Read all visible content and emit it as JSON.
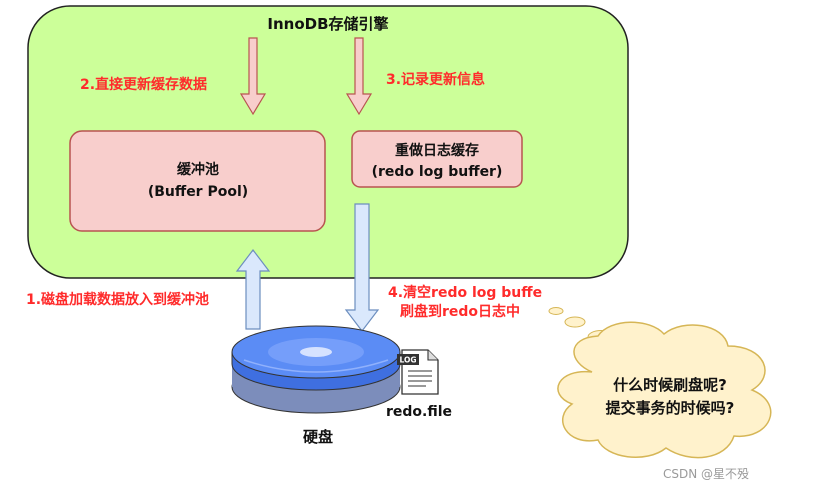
{
  "engine_title": "InnoDB存储引擎",
  "buffer_pool": {
    "title": "缓冲池",
    "subtitle": "(Buffer Pool)"
  },
  "redo_log_buffer": {
    "title": "重做日志缓存",
    "subtitle": "(redo log buffer)"
  },
  "steps": {
    "step1": "1.磁盘加载数据放入到缓冲池",
    "step2": "2.直接更新缓存数据",
    "step3": "3.记录更新信息",
    "step4_line1": "4.清空redo log buffe",
    "step4_line2": "刷盘到redo日志中"
  },
  "disk": {
    "label": "硬盘"
  },
  "redo_file": {
    "icon_tag": "LOG",
    "label": "redo.file"
  },
  "thought": {
    "line1": "什么时候刷盘呢?",
    "line2": "提交事务的时候吗?"
  },
  "watermark": "CSDN @星不殁",
  "colors": {
    "engine_fill": "#ccff99",
    "box_fill": "#f8cecc",
    "box_stroke": "#b85450",
    "pink_arrow": "#f8cecc",
    "blue_arrow": "#dae8fc",
    "arrow_stroke": "#6c8ebf",
    "cloud_fill": "#fff2cc",
    "cloud_stroke": "#d6b656",
    "label_red": "#ff2b2b"
  }
}
